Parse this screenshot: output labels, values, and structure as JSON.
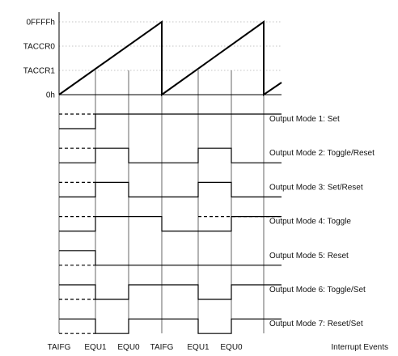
{
  "counter": {
    "levels": [
      {
        "key": "max",
        "label": "0FFFFh"
      },
      {
        "key": "ccr0",
        "label": "TACCR0"
      },
      {
        "key": "ccr1",
        "label": "TACCR1"
      },
      {
        "key": "zero",
        "label": "0h"
      }
    ]
  },
  "events": {
    "labels": [
      "TAIFG",
      "EQU1",
      "EQU0",
      "TAIFG",
      "EQU1",
      "EQU0"
    ],
    "title": "Interrupt Events"
  },
  "modes": [
    {
      "label": "Output Mode 1: Set",
      "level_from_origin": [
        0,
        1,
        1,
        1,
        1,
        1,
        1
      ],
      "initial_high_dashed": true
    },
    {
      "label": "Output Mode 2: Toggle/Reset",
      "level_from_origin": [
        0,
        1,
        0,
        0,
        1,
        0,
        0
      ],
      "initial_high_dashed": true
    },
    {
      "label": "Output Mode 3: Set/Reset",
      "level_from_origin": [
        0,
        1,
        0,
        0,
        1,
        0,
        0
      ],
      "initial_high_dashed": true
    },
    {
      "label": "Output Mode 4: Toggle",
      "level_from_origin": [
        0,
        1,
        1,
        0,
        0,
        1,
        1
      ],
      "initial_high_dashed": true
    },
    {
      "label": "Output Mode 5: Reset",
      "level_from_origin": [
        1,
        0,
        0,
        0,
        0,
        0,
        0
      ],
      "initial_low_dashed": true
    },
    {
      "label": "Output Mode 6: Toggle/Set",
      "level_from_origin": [
        1,
        0,
        1,
        1,
        0,
        1,
        1
      ],
      "initial_low_dashed": true
    },
    {
      "label": "Output Mode 7: Reset/Set",
      "level_from_origin": [
        1,
        0,
        1,
        1,
        0,
        1,
        1
      ],
      "initial_low_dashed": true
    }
  ]
}
